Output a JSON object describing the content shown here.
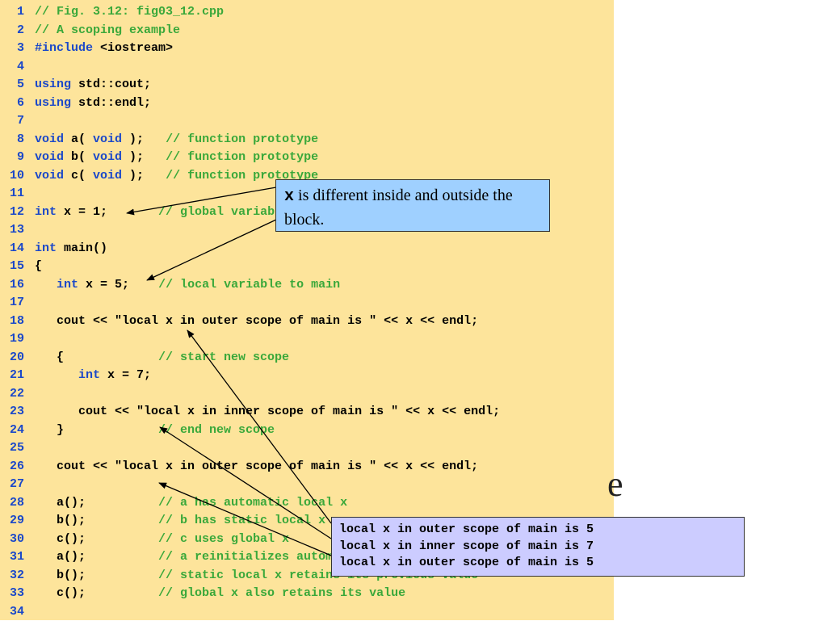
{
  "code_lines": [
    {
      "num": "1",
      "parts": [
        {
          "t": "// Fig. 3.12: fig03_12.cpp",
          "c": "cm"
        }
      ]
    },
    {
      "num": "2",
      "parts": [
        {
          "t": "// A scoping example",
          "c": "cm"
        }
      ]
    },
    {
      "num": "3",
      "parts": [
        {
          "t": "#include",
          "c": "kw"
        },
        {
          "t": " <iostream>",
          "c": "pl"
        }
      ]
    },
    {
      "num": "4",
      "parts": []
    },
    {
      "num": "5",
      "parts": [
        {
          "t": "using",
          "c": "kw"
        },
        {
          "t": " std::cout;",
          "c": "pl"
        }
      ]
    },
    {
      "num": "6",
      "parts": [
        {
          "t": "using",
          "c": "kw"
        },
        {
          "t": " std::endl;",
          "c": "pl"
        }
      ]
    },
    {
      "num": "7",
      "parts": []
    },
    {
      "num": "8",
      "parts": [
        {
          "t": "void",
          "c": "kw"
        },
        {
          "t": " a( ",
          "c": "pl"
        },
        {
          "t": "void",
          "c": "kw"
        },
        {
          "t": " );   ",
          "c": "pl"
        },
        {
          "t": "// function prototype",
          "c": "cm"
        }
      ]
    },
    {
      "num": "9",
      "parts": [
        {
          "t": "void",
          "c": "kw"
        },
        {
          "t": " b( ",
          "c": "pl"
        },
        {
          "t": "void",
          "c": "kw"
        },
        {
          "t": " );   ",
          "c": "pl"
        },
        {
          "t": "// function prototype",
          "c": "cm"
        }
      ]
    },
    {
      "num": "10",
      "parts": [
        {
          "t": "void",
          "c": "kw"
        },
        {
          "t": " c( ",
          "c": "pl"
        },
        {
          "t": "void",
          "c": "kw"
        },
        {
          "t": " );   ",
          "c": "pl"
        },
        {
          "t": "// function prototype",
          "c": "cm"
        }
      ]
    },
    {
      "num": "11",
      "parts": []
    },
    {
      "num": "12",
      "parts": [
        {
          "t": "int",
          "c": "kw"
        },
        {
          "t": " x = 1;       ",
          "c": "pl"
        },
        {
          "t": "// global variable",
          "c": "cm"
        }
      ]
    },
    {
      "num": "13",
      "parts": []
    },
    {
      "num": "14",
      "parts": [
        {
          "t": "int",
          "c": "kw"
        },
        {
          "t": " main()",
          "c": "pl"
        }
      ]
    },
    {
      "num": "15",
      "parts": [
        {
          "t": "{",
          "c": "pl"
        }
      ]
    },
    {
      "num": "16",
      "parts": [
        {
          "t": "   ",
          "c": "pl"
        },
        {
          "t": "int",
          "c": "kw"
        },
        {
          "t": " x = 5;    ",
          "c": "pl"
        },
        {
          "t": "// local variable to main",
          "c": "cm"
        }
      ]
    },
    {
      "num": "17",
      "parts": []
    },
    {
      "num": "18",
      "parts": [
        {
          "t": "   cout << \"local x in outer scope of main is \" << x << endl;",
          "c": "pl"
        }
      ]
    },
    {
      "num": "19",
      "parts": []
    },
    {
      "num": "20",
      "parts": [
        {
          "t": "   {             ",
          "c": "pl"
        },
        {
          "t": "// start new scope",
          "c": "cm"
        }
      ]
    },
    {
      "num": "21",
      "parts": [
        {
          "t": "      ",
          "c": "pl"
        },
        {
          "t": "int",
          "c": "kw"
        },
        {
          "t": " x = 7;",
          "c": "pl"
        }
      ]
    },
    {
      "num": "22",
      "parts": []
    },
    {
      "num": "23",
      "parts": [
        {
          "t": "      cout << \"local x in inner scope of main is \" << x << endl;",
          "c": "pl"
        }
      ]
    },
    {
      "num": "24",
      "parts": [
        {
          "t": "   }             ",
          "c": "pl"
        },
        {
          "t": "// end new scope",
          "c": "cm"
        }
      ]
    },
    {
      "num": "25",
      "parts": []
    },
    {
      "num": "26",
      "parts": [
        {
          "t": "   cout << \"local x in outer scope of main is \" << x << endl;",
          "c": "pl"
        }
      ]
    },
    {
      "num": "27",
      "parts": []
    },
    {
      "num": "28",
      "parts": [
        {
          "t": "   a();          ",
          "c": "pl"
        },
        {
          "t": "// a has automatic local x",
          "c": "cm"
        }
      ]
    },
    {
      "num": "29",
      "parts": [
        {
          "t": "   b();          ",
          "c": "pl"
        },
        {
          "t": "// b has static local x",
          "c": "cm"
        }
      ]
    },
    {
      "num": "30",
      "parts": [
        {
          "t": "   c();          ",
          "c": "pl"
        },
        {
          "t": "// c uses global x",
          "c": "cm"
        }
      ]
    },
    {
      "num": "31",
      "parts": [
        {
          "t": "   a();          ",
          "c": "pl"
        },
        {
          "t": "// a reinitializes automatic local x",
          "c": "cm"
        }
      ]
    },
    {
      "num": "32",
      "parts": [
        {
          "t": "   b();          ",
          "c": "pl"
        },
        {
          "t": "// static local x retains its previous value",
          "c": "cm"
        }
      ]
    },
    {
      "num": "33",
      "parts": [
        {
          "t": "   c();          ",
          "c": "pl"
        },
        {
          "t": "// global x also retains its value",
          "c": "cm"
        }
      ]
    },
    {
      "num": "34",
      "parts": []
    }
  ],
  "callout": {
    "keyword": "x",
    "text": " is different inside and outside the block."
  },
  "output": [
    "local x in outer scope of main is 5",
    "local x in inner scope of main is 7",
    "local x in outer scope of main is 5"
  ],
  "background_fragment": "e",
  "colors": {
    "code_background": "#fde49b",
    "keyword": "#1b48c9",
    "comment": "#3aa83a",
    "callout_background": "#9fd0ff",
    "output_background": "#ccccff"
  }
}
